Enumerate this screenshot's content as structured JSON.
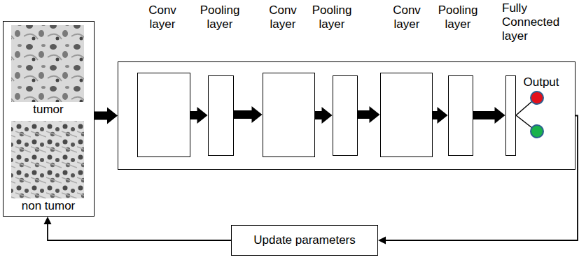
{
  "diagram": {
    "nodes": [
      {
        "text": [
          "tumor",
          "non tumor"
        ]
      },
      {
        "text": [
          "Output"
        ]
      },
      {
        "text": [
          "Conv layer"
        ],
        "in": 1
      },
      {
        "text": [
          "Pooling layer"
        ],
        "in": 1
      },
      {
        "text": [
          "Conv layer"
        ],
        "in": 1
      },
      {
        "text": [
          "Pooling layer"
        ],
        "in": 1
      },
      {
        "text": [
          "Conv layer"
        ],
        "in": 1
      },
      {
        "text": [
          "Pooling layer"
        ],
        "in": 1
      },
      {
        "text": [
          "Fully Connected layer"
        ],
        "in": 1
      },
      {
        "text": [
          "Update parameters"
        ]
      }
    ],
    "edges": [
      {
        "from": 0,
        "to": 1,
        "arrow": "to"
      },
      {
        "from": 2,
        "to": 3,
        "arrow": "to"
      },
      {
        "from": 3,
        "to": 4,
        "arrow": "to"
      },
      {
        "from": 4,
        "to": 5,
        "arrow": "to"
      },
      {
        "from": 5,
        "to": 6,
        "arrow": "to"
      },
      {
        "from": 6,
        "to": 7,
        "arrow": "to"
      },
      {
        "from": 7,
        "to": 8,
        "arrow": "to"
      },
      {
        "from": 1,
        "to": 9,
        "arrow": "to"
      },
      {
        "from": 9,
        "to": 0,
        "arrow": "to"
      }
    ]
  }
}
